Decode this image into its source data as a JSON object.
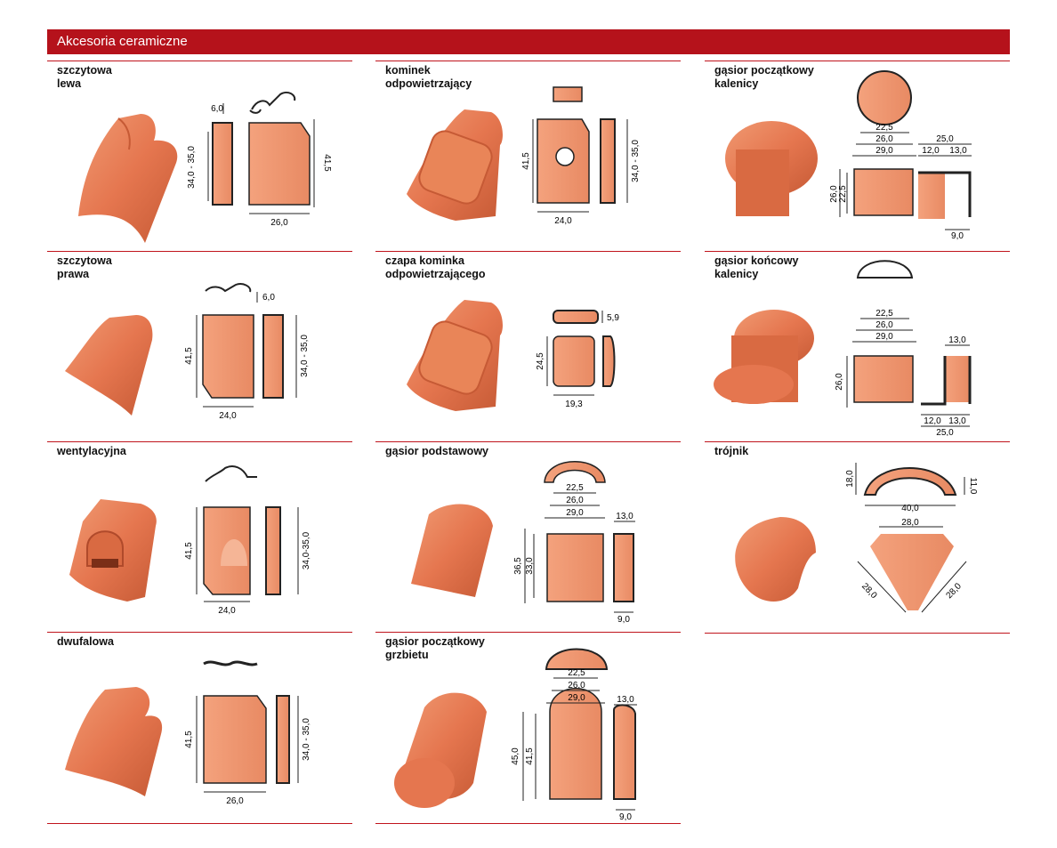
{
  "header": {
    "title": "Akcesoria ceramiczne"
  },
  "colors": {
    "accent": "#b5121b",
    "tile": "#e5764f",
    "tile_dark": "#b04a2b",
    "outline": "#222222"
  },
  "products": [
    {
      "id": "szczytowa-lewa",
      "title": "szczytowa\nlewa",
      "dims": {
        "top": "6,0",
        "side": "34,0 - 35,0",
        "height": "41,5",
        "width": "26,0"
      }
    },
    {
      "id": "kominek-odpowietrzajacy",
      "title": "kominek\nodpowietrzający",
      "dims": {
        "height": "41,5",
        "side": "34,0 - 35,0",
        "width": "24,0"
      }
    },
    {
      "id": "gasior-poczatkowy-kalenicy",
      "title": "gąsior początkowy\nkalenicy",
      "dims": {
        "w1": "22,5",
        "w2": "26,0",
        "w3": "29,0",
        "h1": "26,0",
        "h2": "22,5",
        "s1": "25,0",
        "s2": "12,0",
        "s3": "13,0",
        "s4": "9,0"
      }
    },
    {
      "id": "szczytowa-prawa",
      "title": "szczytowa\nprawa",
      "dims": {
        "top": "6,0",
        "height": "41,5",
        "side": "34,0 - 35,0",
        "width": "24,0"
      }
    },
    {
      "id": "czapa-kominka",
      "title": "czapa kominka\nodpowietrzającego",
      "dims": {
        "top": "5,9",
        "height": "24,5",
        "width": "19,3"
      }
    },
    {
      "id": "gasior-koncowy-kalenicy",
      "title": "gąsior końcowy\nkalenicy",
      "dims": {
        "w1": "22,5",
        "w2": "26,0",
        "w3": "29,0",
        "h1": "26,0",
        "s3": "13,0",
        "s2": "12,0",
        "s3b": "13,0",
        "s1": "25,0"
      }
    },
    {
      "id": "wentylacyjna",
      "title": "wentylacyjna",
      "dims": {
        "height": "41,5",
        "side": "34,0-35,0",
        "width": "24,0"
      }
    },
    {
      "id": "gasior-podstawowy",
      "title": "gąsior podstawowy",
      "dims": {
        "w1": "22,5",
        "w2": "26,0",
        "w3": "29,0",
        "h1": "36,5",
        "h2": "33,0",
        "s3": "13,0",
        "s4": "9,0"
      }
    },
    {
      "id": "trojnik",
      "title": "trójnik",
      "dims": {
        "h": "18,0",
        "h2": "11,0",
        "w": "40,0",
        "top": "28,0",
        "left": "28,0",
        "right": "28,0"
      }
    },
    {
      "id": "dwufalowa",
      "title": "dwufalowa",
      "dims": {
        "height": "41,5",
        "side": "34,0 - 35,0",
        "width": "26,0"
      }
    },
    {
      "id": "gasior-poczatkowy-grzbietu",
      "title": "gąsior początkowy\ngrzbietu",
      "dims": {
        "w1": "22,5",
        "w2": "26,0",
        "w3": "29,0",
        "h1": "45,0",
        "h2": "41,5",
        "s3": "13,0",
        "s4": "9,0"
      }
    }
  ]
}
